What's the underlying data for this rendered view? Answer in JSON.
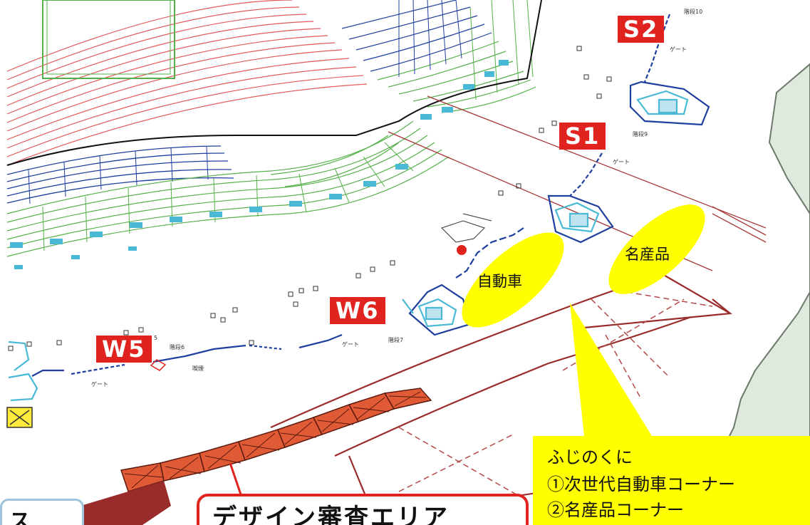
{
  "gates": {
    "s2": "S2",
    "s1": "S1",
    "w6": "W6",
    "w5": "W5"
  },
  "ovals": {
    "jidosha": "自動車",
    "meisanhin": "名産品"
  },
  "callout": {
    "line1": "ふじのくに",
    "line2": "①次世代自動車コーナー",
    "line3": "②名産品コーナー"
  },
  "design_area": "デザイン審査エリア",
  "corner_label": "ス",
  "small_labels": {
    "s2_stairs": "階段10",
    "s1_stairs": "階段9",
    "w6_stairs": "階段7",
    "w5_stairs": "階段6",
    "gate_s2": "ゲート",
    "gate_s1": "ゲート",
    "gate_w6": "ゲート",
    "gate_w5": "ゲート",
    "w5_tail": "5",
    "w5_extra": "喫煙"
  },
  "colors": {
    "red_label": "#e0231e",
    "oval": "#ffff00",
    "stand_blue": "#1f3f9e",
    "stand_green": "#56b04a",
    "stand_cyan": "#49b9d6",
    "track_red": "#e35a5a",
    "concourse_maroon": "#9a2b2b",
    "outer_green": "#dfe9dd"
  }
}
